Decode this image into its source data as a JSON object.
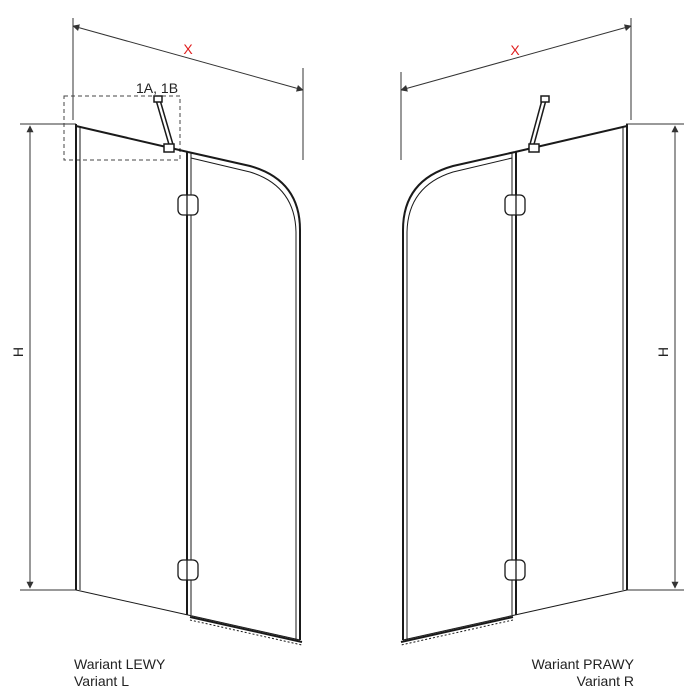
{
  "colors": {
    "line": "#1a1a1a",
    "dim": "#333333",
    "dimension_label_x": "#e02020",
    "dashed_box": "#444444"
  },
  "left": {
    "dim_x": "X",
    "dim_h": "H",
    "callout": "1A, 1B",
    "caption_line1": "Wariant LEWY",
    "caption_line2": "Variant L"
  },
  "right": {
    "dim_x": "X",
    "dim_h": "H",
    "caption_line1": "Wariant PRAWY",
    "caption_line2": "Variant R"
  }
}
